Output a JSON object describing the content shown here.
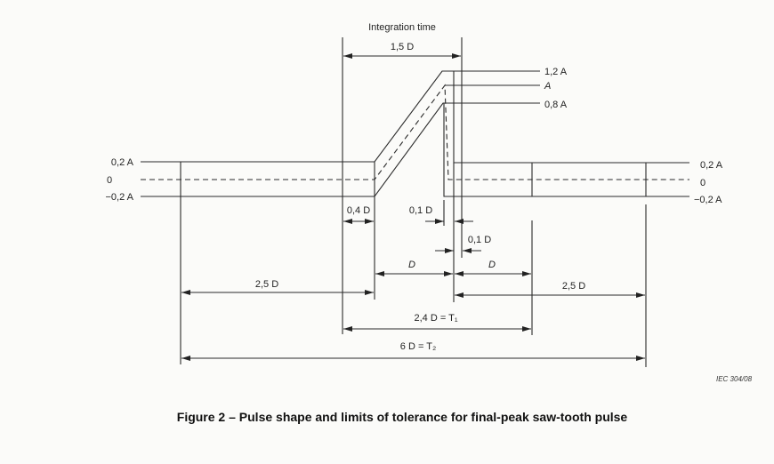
{
  "figure": {
    "integration_label": "Integration time",
    "dim_1_5D": "1,5 D",
    "level_1_2A": "1,2 A",
    "level_A": "A",
    "level_0_8A": "0,8 A",
    "left_levels": [
      "0,2 A",
      "0",
      "−0,2 A"
    ],
    "right_levels": [
      "0,2 A",
      "0",
      "−0,2 A"
    ],
    "dim_0_4D": "0,4 D",
    "dim_0_1D_a": "0,1 D",
    "dim_0_1D_b": "0,1 D",
    "dim_D_left": "D",
    "dim_D_right": "D",
    "dim_2_5D_left": "2,5 D",
    "dim_2_5D_right": "2,5 D",
    "dim_T1": "2,4 D = T₁",
    "dim_T2": "6 D = T₂",
    "reference": "IEC  304/08",
    "caption": "Figure 2 – Pulse shape and limits of tolerance for final-peak saw-tooth pulse"
  }
}
